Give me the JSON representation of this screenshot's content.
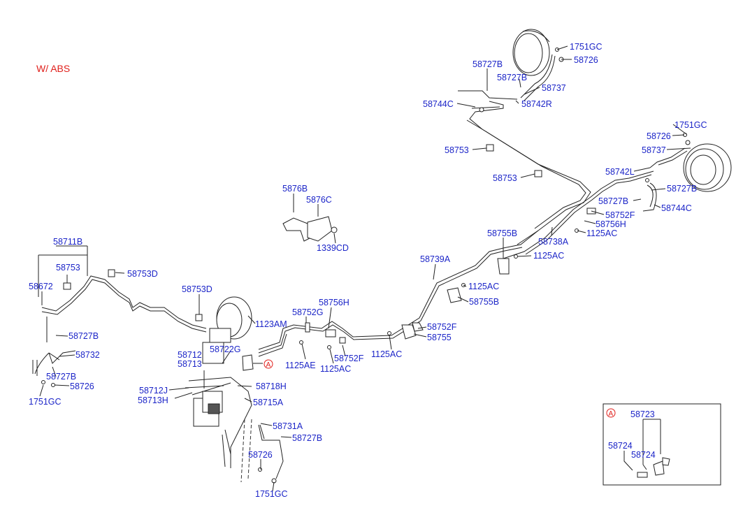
{
  "note": "W/ ABS",
  "inset": {
    "marker": "A"
  },
  "marker_main": "A",
  "labels": {
    "p1751gc_top": "1751GC",
    "p58726_top": "58726",
    "p58727b_top1": "58727B",
    "p58727b_top2": "58727B",
    "p58737_top": "58737",
    "p58744c_top": "58744C",
    "p58742r": "58742R",
    "p1751gc_r": "1751GC",
    "p58726_r": "58726",
    "p58737_r": "58737",
    "p58753_a": "58753",
    "p58753_b": "58753",
    "p58742l": "58742L",
    "p58727b_r1": "58727B",
    "p58727b_r2": "58727B",
    "p58744c_r": "58744C",
    "p58752f_r": "58752F",
    "p58756h_r": "58756H",
    "p1125ac_r": "1125AC",
    "p5876b": "5876B",
    "p5876c": "5876C",
    "p1339cd": "1339CD",
    "p58755b_t": "58755B",
    "p58738a": "58738A",
    "p1125ac_m": "1125AC",
    "p58711b": "58711B",
    "p58753_l": "58753",
    "p58753d_1": "58753D",
    "p58672": "58672",
    "p58739a": "58739A",
    "p1125ac_m2": "1125AC",
    "p58755b_b": "58755B",
    "p58753d_2": "58753D",
    "p58756h_c": "58756H",
    "p58752g": "58752G",
    "p1123am": "1123AM",
    "p58752f_c": "58752F",
    "p58755": "58755",
    "p58727b_l": "58727B",
    "p58732": "58732",
    "p58727b_l2": "58727B",
    "p58726_l": "58726",
    "p1751gc_l": "1751GC",
    "p58712": "58712",
    "p58713": "58713",
    "p58722g": "58722G",
    "p1125ae": "1125AE",
    "p1125ac_c": "1125AC",
    "p58752f_c2": "58752F",
    "p1125ac_c2": "1125AC",
    "p58712j": "58712J",
    "p58713h": "58713H",
    "p58718h": "58718H",
    "p58715a": "58715A",
    "p58731a": "58731A",
    "p58727b_b": "58727B",
    "p58726_b": "58726",
    "p1751gc_b": "1751GC",
    "p58723": "58723",
    "p58724_1": "58724",
    "p58724_2": "58724"
  }
}
